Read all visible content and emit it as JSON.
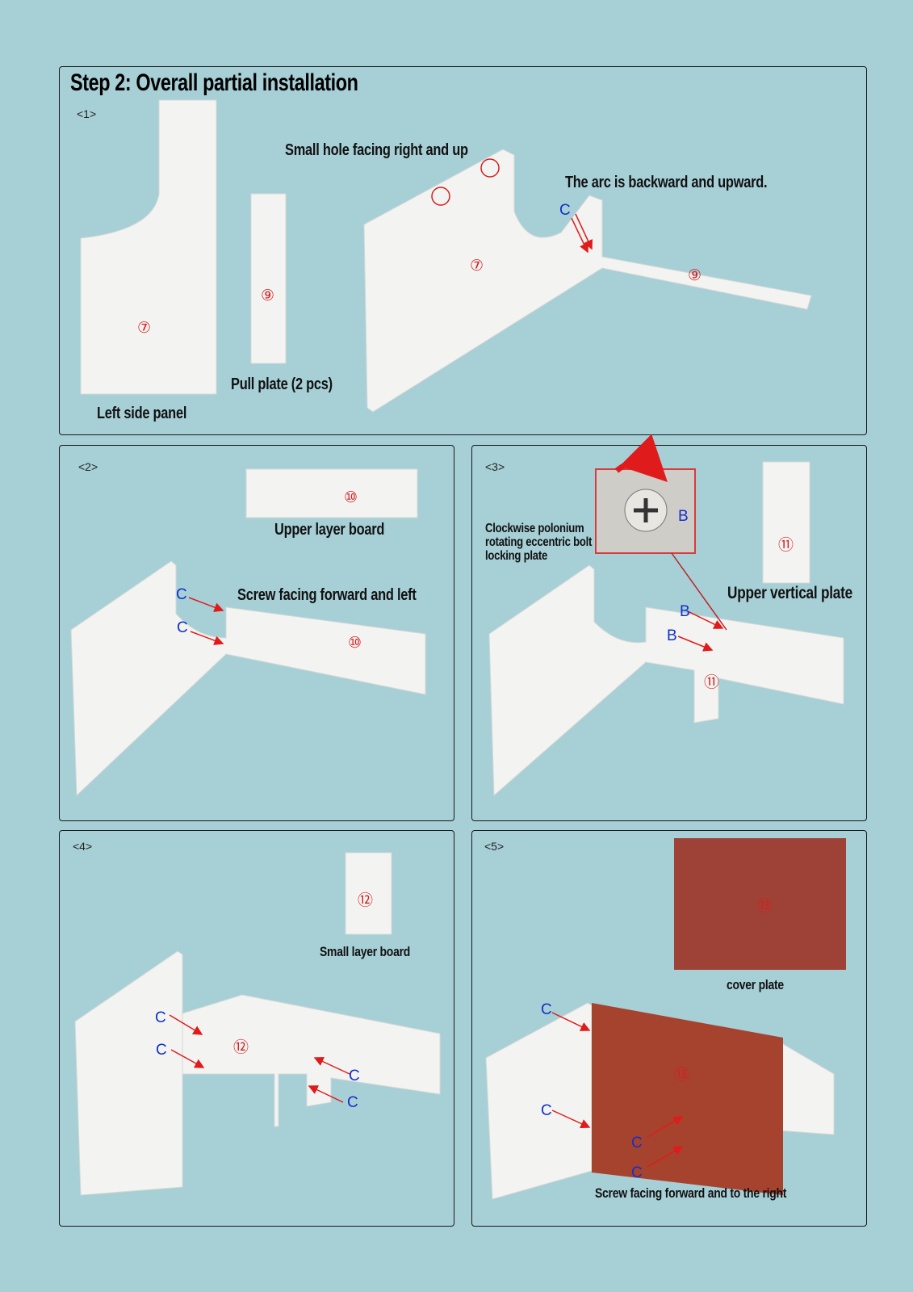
{
  "title": "Step 2: Overall partial installation",
  "colors": {
    "background": "#a7cfd6",
    "board": "#f3f4f2",
    "cover": "#a5432f",
    "arrow": "#e01b1b",
    "letter": "#1230c8"
  },
  "panels": [
    {
      "number": "<1>",
      "labels": {
        "left_side_panel": "Left side panel",
        "pull_plate": "Pull plate (2 pcs)",
        "small_hole": "Small hole facing right and up",
        "arc": "The arc is backward and upward."
      },
      "parts": [
        "⑦",
        "⑨",
        "⑦",
        "⑨"
      ],
      "letters": [
        "C"
      ]
    },
    {
      "number": "<2>",
      "labels": {
        "upper_layer_board": "Upper layer board",
        "screw": "Screw facing forward and left"
      },
      "parts": [
        "⑩",
        "⑩"
      ],
      "letters": [
        "C",
        "C"
      ]
    },
    {
      "number": "<3>",
      "labels": {
        "clockwise": "Clockwise polonium rotating eccentric bolt locking plate",
        "upper_vertical": "Upper vertical plate"
      },
      "parts": [
        "⑪",
        "⑪"
      ],
      "letters": [
        "B",
        "B",
        "B"
      ]
    },
    {
      "number": "<4>",
      "labels": {
        "small_layer": "Small layer board"
      },
      "parts": [
        "⑫",
        "⑫"
      ],
      "letters": [
        "C",
        "C",
        "C",
        "C"
      ]
    },
    {
      "number": "<5>",
      "labels": {
        "cover_plate": "cover plate",
        "screw": "Screw facing forward and to the right"
      },
      "parts": [
        "⑬",
        "⑬"
      ],
      "letters": [
        "C",
        "C",
        "C",
        "C"
      ]
    }
  ]
}
